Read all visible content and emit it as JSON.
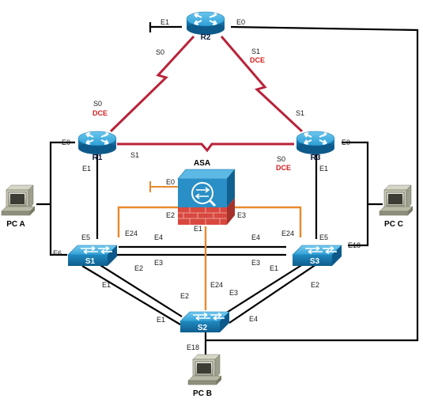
{
  "devices": {
    "r1": {
      "name": "R1"
    },
    "r2": {
      "name": "R2"
    },
    "r3": {
      "name": "R3"
    },
    "s1": {
      "name": "S1"
    },
    "s2": {
      "name": "S2"
    },
    "s3": {
      "name": "S3"
    },
    "asa": {
      "name": "ASA"
    },
    "pca": {
      "name": "PC A"
    },
    "pcb": {
      "name": "PC B"
    },
    "pcc": {
      "name": "PC C"
    }
  },
  "ports": {
    "r2_e1": "E1",
    "r2_e0": "E0",
    "r2_s0": "S0",
    "r2_s1": "S1",
    "r2_dce": "DCE",
    "r1_s0": "S0",
    "r1_dce": "DCE",
    "r1_e0": "E0",
    "r1_e1": "E1",
    "r1_s1": "S1",
    "r3_s1": "S1",
    "r3_e0": "E0",
    "r3_s0": "S0",
    "r3_dce": "DCE",
    "r3_e1": "E1",
    "asa_e0": "E0",
    "asa_e2": "E2",
    "asa_e3": "E3",
    "asa_e1": "E1",
    "s1_e5": "E5",
    "s1_e24": "E24",
    "s1_e4": "E4",
    "s1_e6": "E6",
    "s1_e3": "E3",
    "s1_e2": "E2",
    "s1_e1": "E1",
    "s3_e24": "E24",
    "s3_e5": "E5",
    "s3_e4": "E4",
    "s3_e18": "E18",
    "s3_e3": "E3",
    "s3_e1": "E1",
    "s3_e2": "E2",
    "s2_e24": "E24",
    "s2_e2": "E2",
    "s2_e3": "E3",
    "s2_e1": "E1",
    "s2_e4": "E4",
    "s2_e18": "E18"
  },
  "colors": {
    "router_blue": "#1f8fc4",
    "switch_blue": "#2a9ad0",
    "serial_link": "#b8233a",
    "asa_link": "#e8892c",
    "dce_label": "#d42020"
  }
}
